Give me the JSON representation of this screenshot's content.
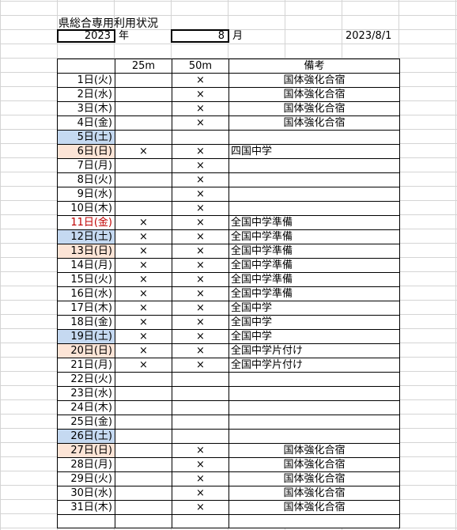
{
  "header": {
    "title": "県総合専用利用状況",
    "year": "2023",
    "year_unit": "年",
    "month": "8",
    "month_unit": "月",
    "date": "2023/8/1"
  },
  "table": {
    "columns": [
      "",
      "25m",
      "50m",
      "備考"
    ],
    "rows": [
      {
        "day": "1日(火)",
        "m25": "",
        "m50": "×",
        "note": "国体強化合宿",
        "align": "center",
        "type": "weekday"
      },
      {
        "day": "2日(水)",
        "m25": "",
        "m50": "×",
        "note": "国体強化合宿",
        "align": "center",
        "type": "weekday"
      },
      {
        "day": "3日(木)",
        "m25": "",
        "m50": "×",
        "note": "国体強化合宿",
        "align": "center",
        "type": "weekday"
      },
      {
        "day": "4日(金)",
        "m25": "",
        "m50": "×",
        "note": "国体強化合宿",
        "align": "center",
        "type": "weekday"
      },
      {
        "day": "5日(土)",
        "m25": "",
        "m50": "",
        "note": "",
        "align": "left",
        "type": "sat"
      },
      {
        "day": "6日(日)",
        "m25": "×",
        "m50": "×",
        "note": "四国中学",
        "align": "left",
        "type": "sun"
      },
      {
        "day": "7日(月)",
        "m25": "",
        "m50": "×",
        "note": "",
        "align": "left",
        "type": "weekday"
      },
      {
        "day": "8日(火)",
        "m25": "",
        "m50": "×",
        "note": "",
        "align": "left",
        "type": "weekday"
      },
      {
        "day": "9日(水)",
        "m25": "",
        "m50": "×",
        "note": "",
        "align": "left",
        "type": "weekday"
      },
      {
        "day": "10日(木)",
        "m25": "",
        "m50": "×",
        "note": "",
        "align": "left",
        "type": "weekday"
      },
      {
        "day": "11日(金)",
        "m25": "×",
        "m50": "×",
        "note": "全国中学準備",
        "align": "left",
        "type": "holiday"
      },
      {
        "day": "12日(土)",
        "m25": "×",
        "m50": "×",
        "note": "全国中学準備",
        "align": "left",
        "type": "sat"
      },
      {
        "day": "13日(日)",
        "m25": "×",
        "m50": "×",
        "note": "全国中学準備",
        "align": "left",
        "type": "sun"
      },
      {
        "day": "14日(月)",
        "m25": "×",
        "m50": "×",
        "note": "全国中学準備",
        "align": "left",
        "type": "weekday"
      },
      {
        "day": "15日(火)",
        "m25": "×",
        "m50": "×",
        "note": "全国中学準備",
        "align": "left",
        "type": "weekday"
      },
      {
        "day": "16日(水)",
        "m25": "×",
        "m50": "×",
        "note": "全国中学準備",
        "align": "left",
        "type": "weekday"
      },
      {
        "day": "17日(木)",
        "m25": "×",
        "m50": "×",
        "note": "全国中学",
        "align": "left",
        "type": "weekday"
      },
      {
        "day": "18日(金)",
        "m25": "×",
        "m50": "×",
        "note": "全国中学",
        "align": "left",
        "type": "weekday"
      },
      {
        "day": "19日(土)",
        "m25": "×",
        "m50": "×",
        "note": "全国中学",
        "align": "left",
        "type": "sat"
      },
      {
        "day": "20日(日)",
        "m25": "×",
        "m50": "×",
        "note": "全国中学片付け",
        "align": "left",
        "type": "sun"
      },
      {
        "day": "21日(月)",
        "m25": "×",
        "m50": "×",
        "note": "全国中学片付け",
        "align": "left",
        "type": "weekday"
      },
      {
        "day": "22日(火)",
        "m25": "",
        "m50": "",
        "note": "",
        "align": "left",
        "type": "weekday"
      },
      {
        "day": "23日(水)",
        "m25": "",
        "m50": "",
        "note": "",
        "align": "left",
        "type": "weekday"
      },
      {
        "day": "24日(木)",
        "m25": "",
        "m50": "",
        "note": "",
        "align": "left",
        "type": "weekday"
      },
      {
        "day": "25日(金)",
        "m25": "",
        "m50": "",
        "note": "",
        "align": "left",
        "type": "weekday"
      },
      {
        "day": "26日(土)",
        "m25": "",
        "m50": "",
        "note": "",
        "align": "left",
        "type": "sat"
      },
      {
        "day": "27日(日)",
        "m25": "",
        "m50": "×",
        "note": "国体強化合宿",
        "align": "center",
        "type": "sun"
      },
      {
        "day": "28日(月)",
        "m25": "",
        "m50": "×",
        "note": "国体強化合宿",
        "align": "center",
        "type": "weekday"
      },
      {
        "day": "29日(火)",
        "m25": "",
        "m50": "×",
        "note": "国体強化合宿",
        "align": "center",
        "type": "weekday"
      },
      {
        "day": "30日(水)",
        "m25": "",
        "m50": "×",
        "note": "国体強化合宿",
        "align": "center",
        "type": "weekday"
      },
      {
        "day": "31日(木)",
        "m25": "",
        "m50": "×",
        "note": "国体強化合宿",
        "align": "center",
        "type": "weekday"
      }
    ]
  },
  "colors": {
    "saturday_fill": "#c5d9f1",
    "sunday_fill": "#fce4d6",
    "holiday_text": "#c00000",
    "gridline": "#d4d4d4"
  }
}
